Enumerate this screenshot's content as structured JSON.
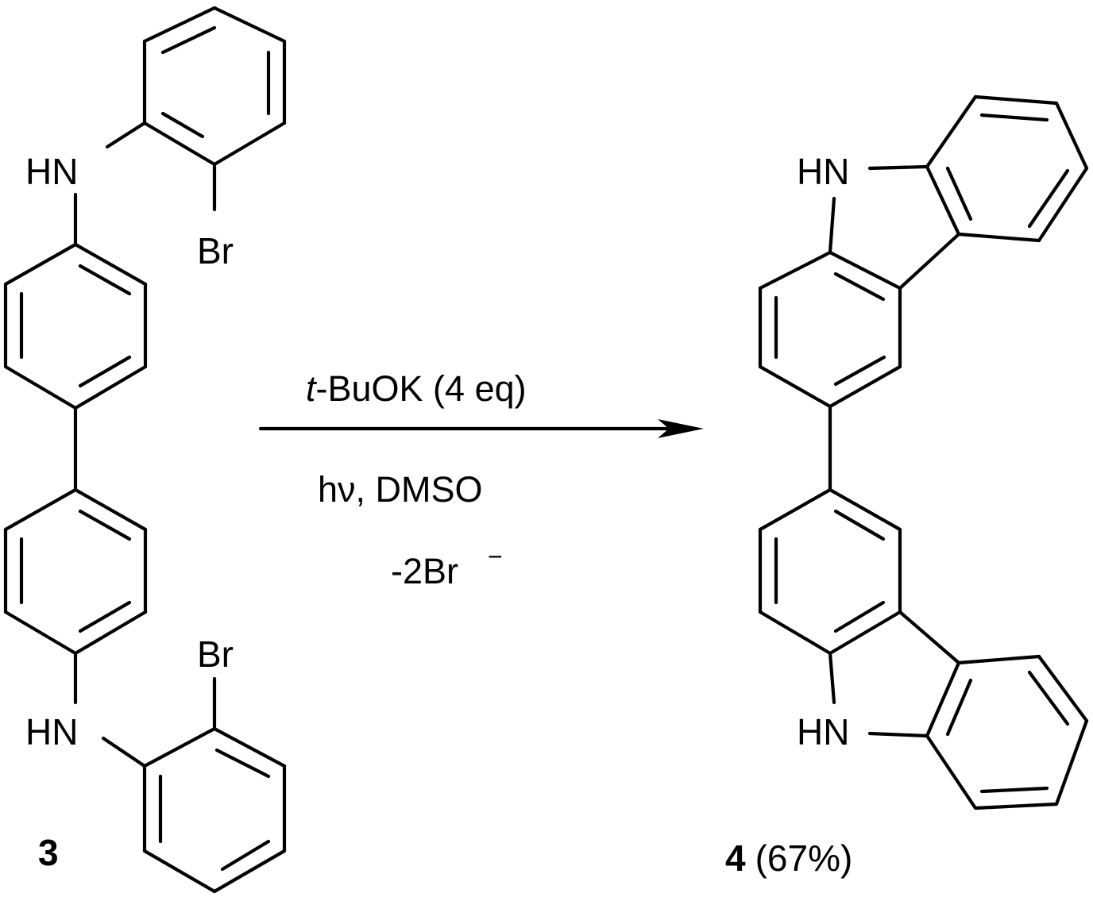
{
  "reactant": {
    "label": "3",
    "atoms": {
      "nh_top": "HN",
      "br_top": "Br",
      "nh_bottom": "HN",
      "br_bottom": "Br"
    }
  },
  "conditions": {
    "reagent_italic": "t",
    "reagent_rest": "-BuOK (4 eq)",
    "line2": "hν, DMSO",
    "line3": "-2Br",
    "line3_sup": "−"
  },
  "product": {
    "label": "4",
    "yield": "(67%)",
    "atoms": {
      "nh_top": "HN",
      "nh_bottom": "HN"
    }
  }
}
